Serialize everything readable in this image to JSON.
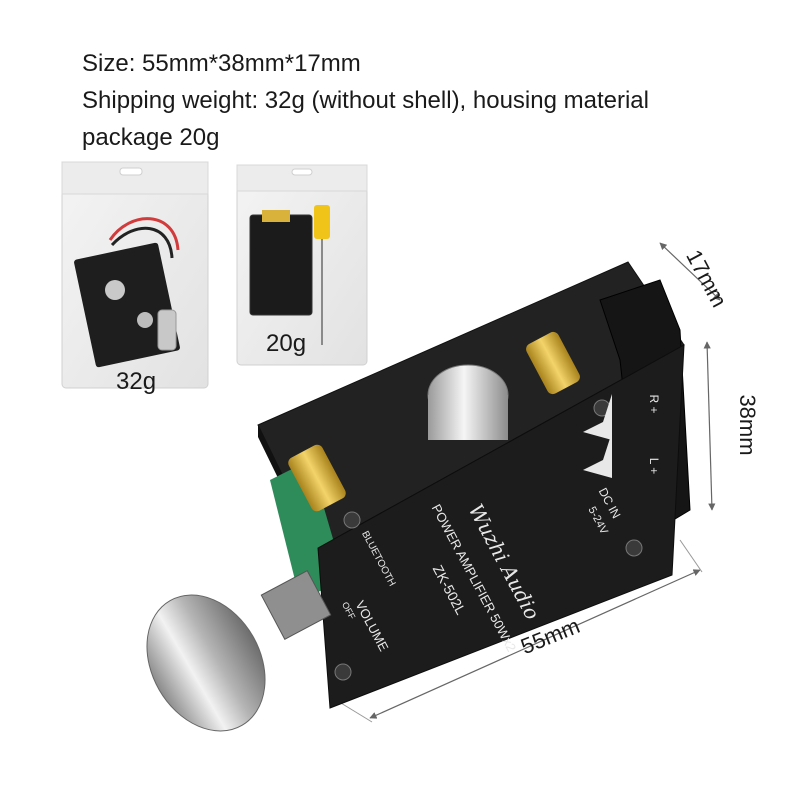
{
  "specs": {
    "size": "Size: 55mm*38mm*17mm",
    "weight_line1": "Shipping weight: 32g (without shell), housing material",
    "weight_line2": "package 20g"
  },
  "packages": {
    "left_caption": "32g",
    "right_caption": "20g"
  },
  "dimensions": {
    "height": "17mm",
    "width": "38mm",
    "length": "55mm"
  },
  "board_markings": {
    "brand": "Wuzhi Audio",
    "model_line": "POWER AMPLIFIER 50Wx2",
    "model": "ZK-502L",
    "bluetooth": "BLUETOOTH",
    "volume": "VOLUME",
    "off": "OFF",
    "dc_in": "DC IN",
    "voltage": "5-24V",
    "left": "L +",
    "right": "R +"
  },
  "colors": {
    "board": "#1c1c1c",
    "silkscreen": "#e8e8e8",
    "gold": "#d9b23a"
  }
}
